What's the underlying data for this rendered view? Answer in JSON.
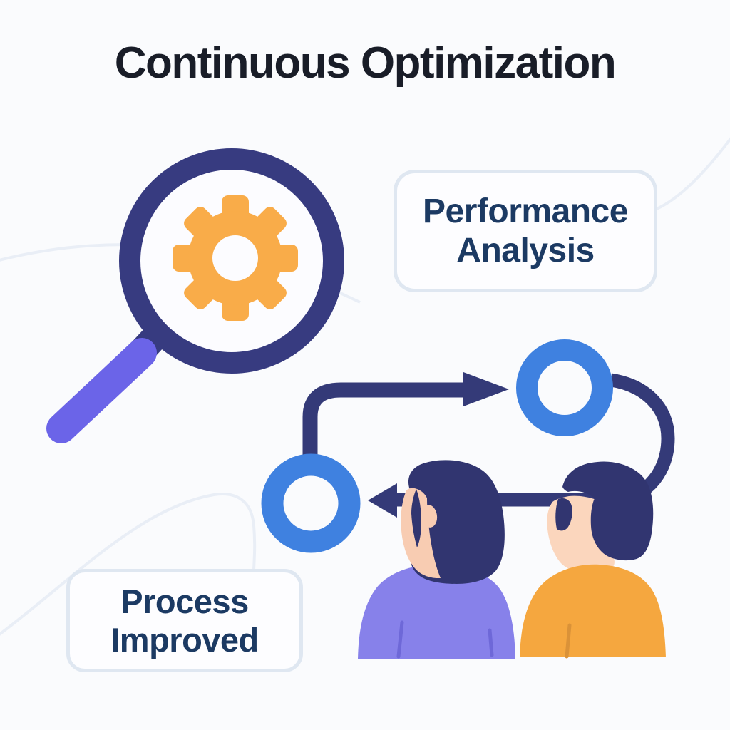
{
  "title": "Continuous Optimization",
  "cards": {
    "performance": {
      "line1": "Performance",
      "line2": "Analysis"
    },
    "process": {
      "line1": "Process",
      "line2": "Improved"
    }
  },
  "icons": {
    "magnifier": "magnifying-glass-icon",
    "gear": "gear-icon",
    "cycle_arrows": "cycle-arrows-icon",
    "nodes": "circle-node-icon",
    "figures": [
      "woman-figure",
      "man-figure"
    ]
  },
  "colors": {
    "background": "#fafbfd",
    "title_text": "#191d28",
    "card_background": "#fdfdff",
    "card_border": "#dfe7f1",
    "card_text": "#1c3a63",
    "magnifier_ring_indigo": "#373b80",
    "handle_purple": "#6b64e8",
    "gear_orange": "#f9ac49",
    "arrow_navy": "#343a78",
    "node_blue": "#3f81e0",
    "woman_shirt_purple": "#8781ea",
    "woman_shirt_fold": "#6e68d8",
    "man_shirt_orange": "#f5a73f",
    "man_shirt_fold": "#da9238",
    "hair_navy": "#313570",
    "skin_woman": "#f8ccb2",
    "skin_man": "#fbd6bd",
    "decor_line": "#e9eef6",
    "glass_fill": "#fcfcff"
  }
}
